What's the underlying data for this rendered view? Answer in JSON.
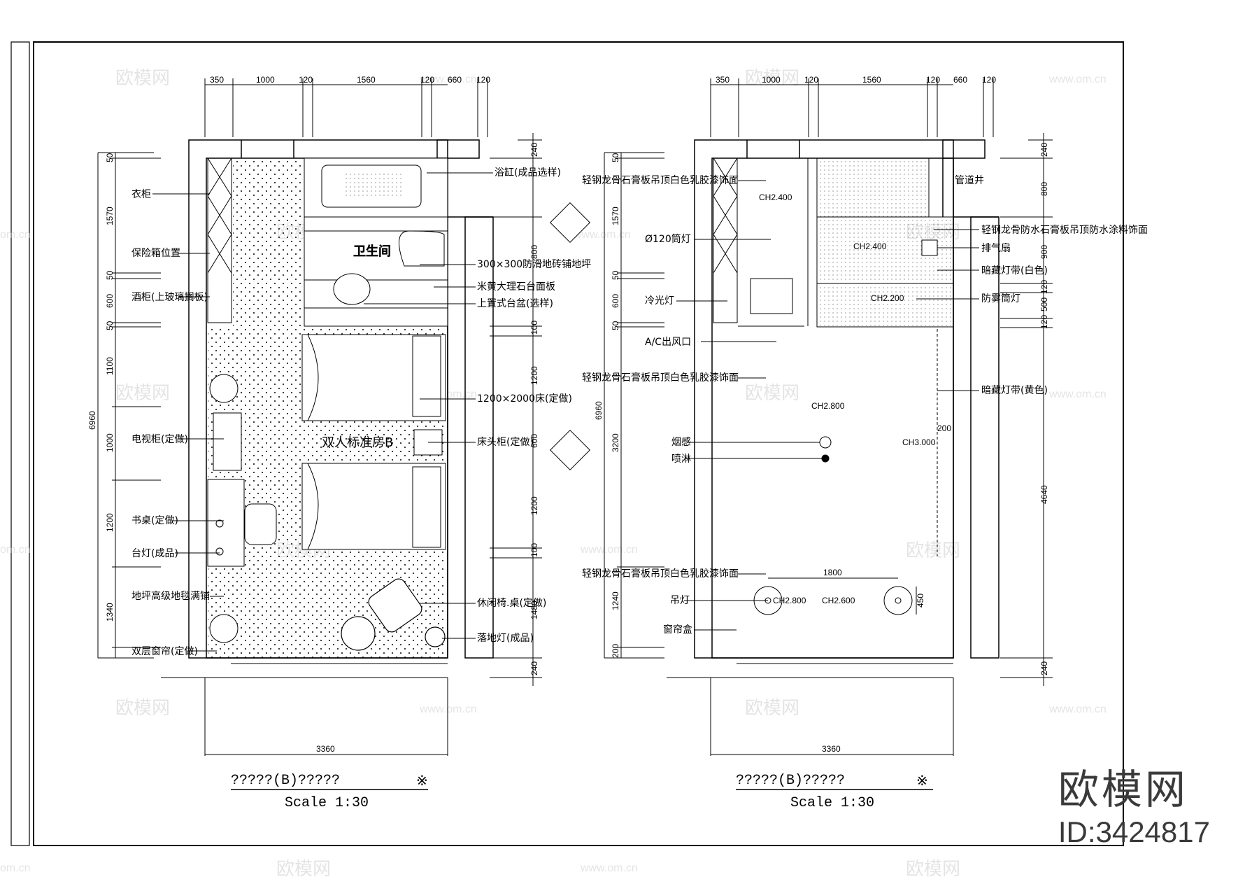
{
  "plans": [
    {
      "id": "left",
      "top_dims": [
        "350",
        "1000",
        "120",
        "1560",
        "120",
        "660",
        "120"
      ],
      "left_dims": [
        "50",
        "1570",
        "50",
        "600",
        "50",
        "1100",
        "1000",
        "1200",
        "1340"
      ],
      "overall_height": "6960",
      "right_dims": [
        "240",
        "800",
        "100",
        "1200",
        "600",
        "1200",
        "100",
        "1480",
        "240"
      ],
      "bottom_dim": "3360",
      "room_labels": {
        "bath": "卫生间",
        "room": "双人标准房B"
      },
      "callouts_left": [
        "衣柜",
        "保险箱位置",
        "酒柜(上玻璃搁板)",
        "电视柜(定做)",
        "书桌(定做)",
        "台灯(成品)",
        "地坪高级地毯满铺",
        "双层窗帘(定做)"
      ],
      "callouts_right": [
        "浴缸(成品选样)",
        "300×300防滑地砖铺地坪",
        "米黄大理石台面板",
        "上置式台盆(选样)",
        "1200×2000床(定做)",
        "床头柜(定做)",
        "休闲椅.桌(定做)",
        "落地灯(成品)"
      ],
      "title": "?????(B)?????",
      "scale": "Scale   1:30"
    },
    {
      "id": "right",
      "top_dims": [
        "350",
        "1000",
        "120",
        "1560",
        "120",
        "660",
        "120"
      ],
      "left_dims": [
        "50",
        "1570",
        "50",
        "600",
        "50",
        "3200",
        "1240",
        "200"
      ],
      "overall_height": "6960",
      "right_dims": [
        "240",
        "800",
        "900",
        "120",
        "500",
        "120",
        "4640",
        "240"
      ],
      "bottom_dim": "3360",
      "inner_dims": {
        "lamp_gap": "1800",
        "lamp_h": "450",
        "strip": "200"
      },
      "ceiling_heights": [
        "CH2.400",
        "CH2.400",
        "CH2.200",
        "CH2.800",
        "CH3.000",
        "CH2.800",
        "CH2.600"
      ],
      "shaft_label": "管道井",
      "callouts_left": [
        "轻钢龙骨石膏板吊顶白色乳胶漆饰面",
        "Ø120筒灯",
        "冷光灯",
        "A/C出风口",
        "轻钢龙骨石膏板吊顶白色乳胶漆饰面",
        "烟感",
        "喷淋",
        "轻钢龙骨石膏板吊顶白色乳胶漆饰面",
        "吊灯",
        "窗帘盒"
      ],
      "callouts_right": [
        "轻钢龙骨防水石膏板吊顶防水涂料饰面",
        "排气扇",
        "暗藏灯带(白色)",
        "防雾筒灯",
        "暗藏灯带(黄色)"
      ],
      "title": "?????(B)?????",
      "scale": "Scale   1:30"
    }
  ],
  "watermark": {
    "cn": "欧模网",
    "url": "www.om.cn",
    "url_short": "om.cn"
  },
  "brand": {
    "name": "欧模网",
    "id": "ID:3424817"
  }
}
